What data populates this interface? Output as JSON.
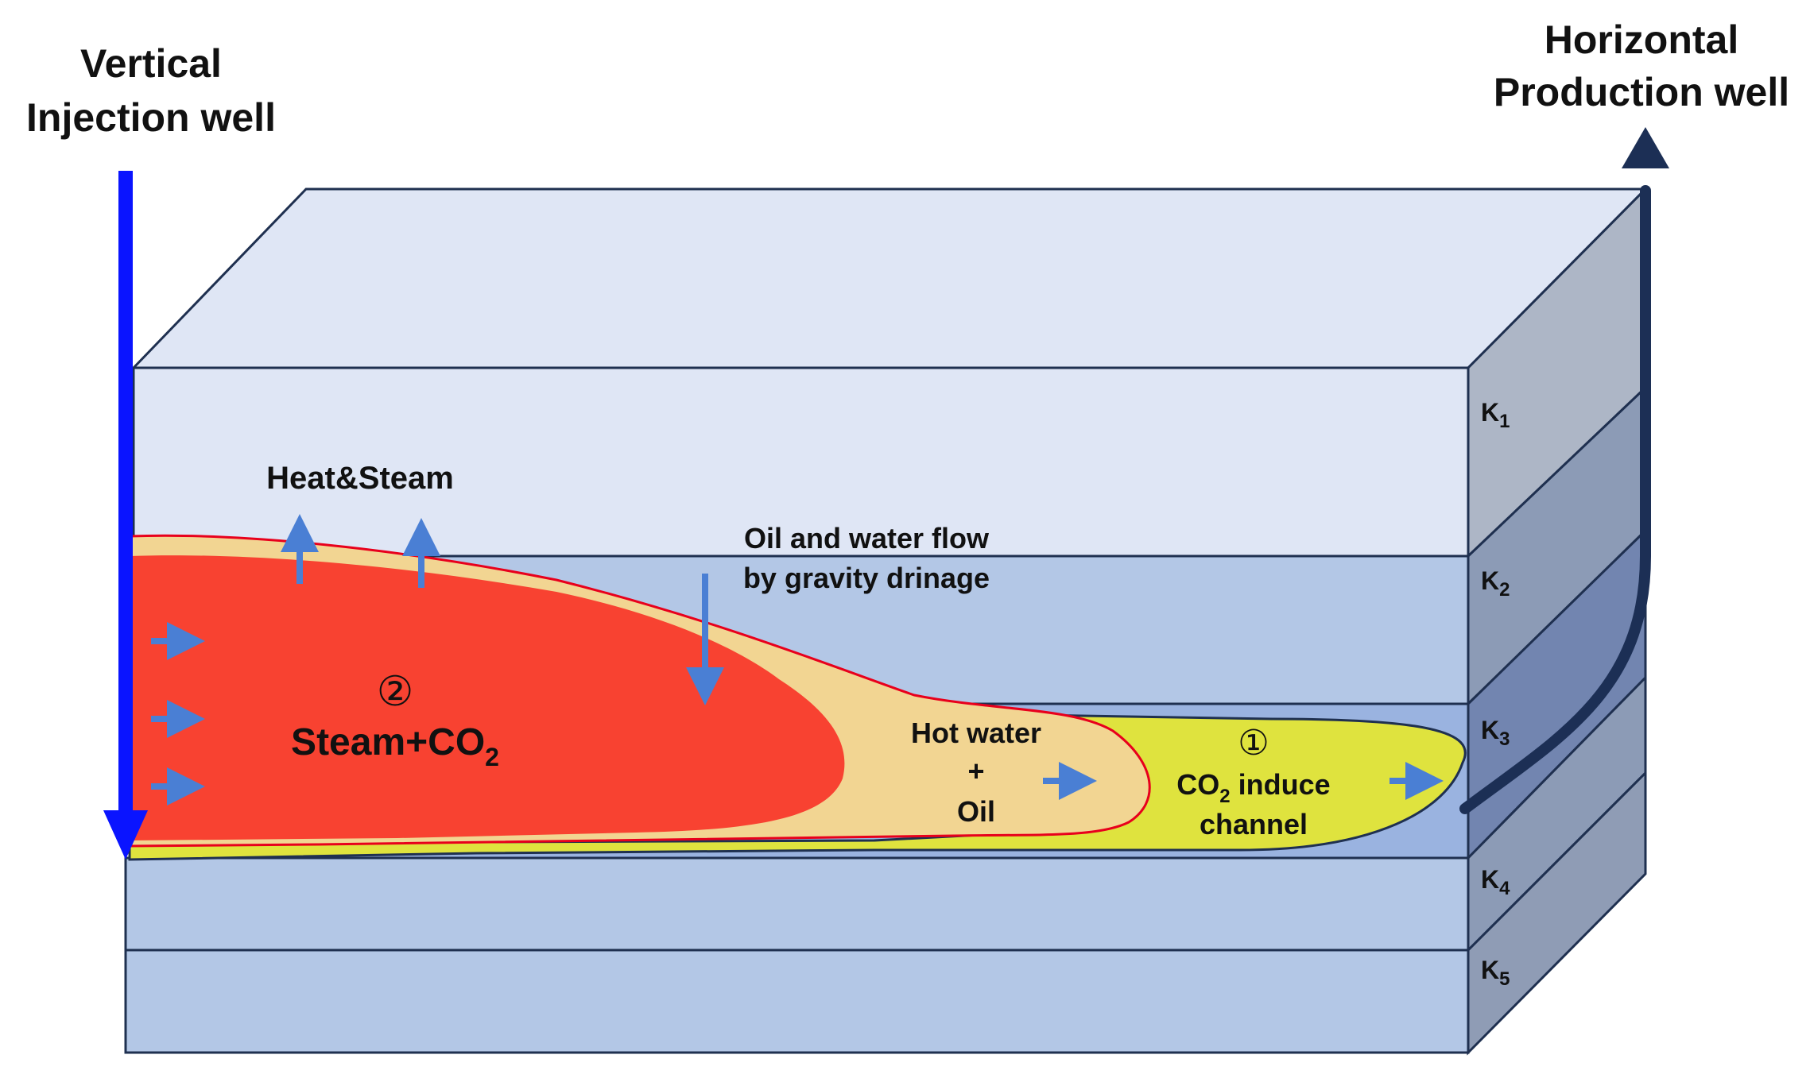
{
  "injection_well": {
    "line1": "Vertical",
    "line2": "Injection well"
  },
  "production_well": {
    "line1": "Horizontal",
    "line2": "Production well"
  },
  "heat_steam": "Heat&Steam",
  "gravity_flow": {
    "line1": "Oil and water flow",
    "line2": "by gravity drinage"
  },
  "zone2": {
    "marker": "②",
    "label_main": "Steam+CO",
    "label_sub": "2"
  },
  "hot_water": {
    "line1": "Hot water",
    "line2": "+",
    "line3": "Oil"
  },
  "zone1": {
    "marker": "①",
    "line1_main": "CO",
    "line1_sub": "2",
    "line1_rest": " induce",
    "line2": "channel"
  },
  "layers": [
    {
      "main": "K",
      "sub": "1"
    },
    {
      "main": "K",
      "sub": "2"
    },
    {
      "main": "K",
      "sub": "3"
    },
    {
      "main": "K",
      "sub": "4"
    },
    {
      "main": "K",
      "sub": "5"
    }
  ],
  "colors": {
    "injection_arrow": "#0a14ff",
    "production_pipe": "#1c2f55",
    "flow_arrow": "#4a7fd4",
    "steam_zone": "#f83a2c",
    "hot_water_zone": "#f2d592",
    "co2_channel": "#dfe33e",
    "zone_outline": "#e8001c"
  }
}
